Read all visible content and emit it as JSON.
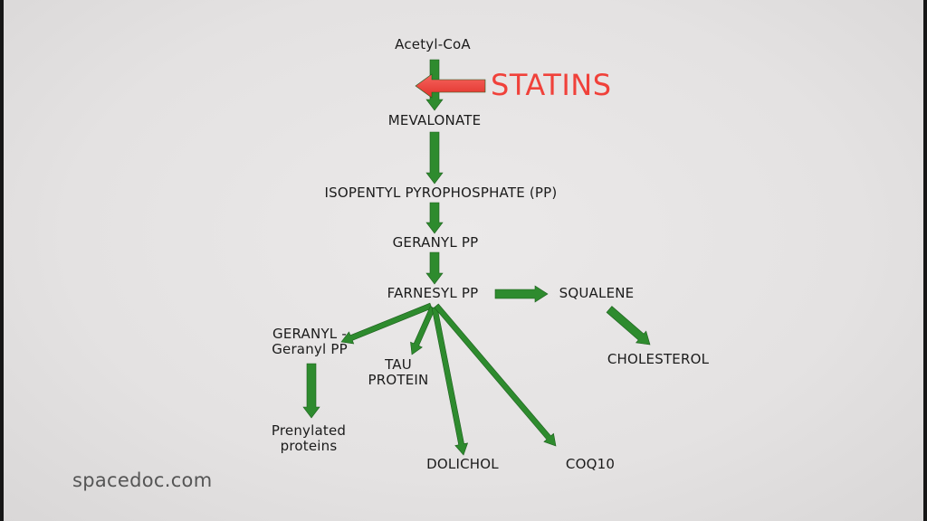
{
  "nodes": {
    "acetyl_coa": "Acetyl-CoA",
    "mevalonate": "MEVALONATE",
    "isopentyl_pp": "ISOPENTYL PYROPHOSPHATE (PP)",
    "geranyl_pp": "GERANYL PP",
    "farnesyl_pp": "FARNESYL PP",
    "squalene": "SQUALENE",
    "cholesterol": "CHOLESTEROL",
    "geranyl_geranyl_line1": "GERANYL -",
    "geranyl_geranyl_line2": "Geranyl PP",
    "tau_line1": "TAU",
    "tau_line2": "PROTEIN",
    "prenylated_line1": "Prenylated",
    "prenylated_line2": "proteins",
    "dolichol": "DOLICHOL",
    "coq10": "COQ10"
  },
  "inhibitor": "STATINS",
  "watermark": "spacedoc.com",
  "colors": {
    "arrow_green": "#2e8b2e",
    "inhibitor_red": "#f0413a",
    "background": "#e6e4e4"
  }
}
